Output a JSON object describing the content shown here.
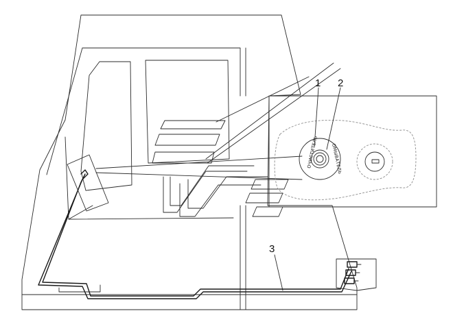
{
  "callouts": [
    {
      "id": "1",
      "label": "1"
    },
    {
      "id": "2",
      "label": "2"
    },
    {
      "id": "3",
      "label": "3"
    }
  ],
  "switch_ring": {
    "left_text": "ОЧИСТИТЕЛЬ",
    "right_text": "ОМЫВАТЕЛЬ"
  },
  "colors": {
    "line": "#2a2a2a",
    "background": "#ffffff"
  }
}
